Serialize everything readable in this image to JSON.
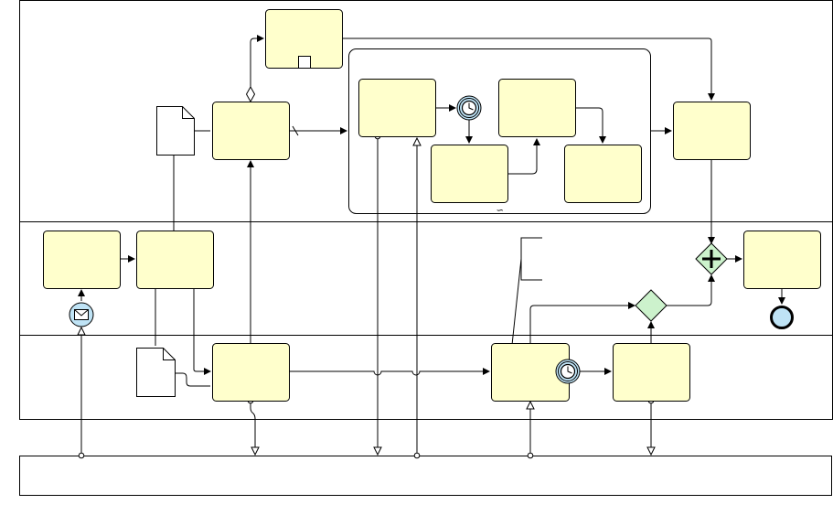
{
  "diagram": {
    "notation": "BPMN",
    "colors": {
      "task_fill": "#FFFFCC",
      "stroke": "#000000",
      "event_fill": "#BFE3F5",
      "gateway_fill": "#CCF2CC",
      "background": "#FFFFFF"
    },
    "pools": [
      {
        "id": "main-pool",
        "label": "",
        "lanes": [
          "lane-1",
          "lane-2",
          "lane-3"
        ]
      },
      {
        "id": "collapsed-pool",
        "label": ""
      }
    ],
    "lanes": [
      {
        "id": "lane-1",
        "label": ""
      },
      {
        "id": "lane-2",
        "label": ""
      },
      {
        "id": "lane-3",
        "label": ""
      }
    ],
    "tasks": [
      {
        "id": "t1",
        "label": "",
        "lane": "lane-1",
        "marker": "collapsed-subprocess"
      },
      {
        "id": "t2",
        "label": "",
        "lane": "lane-1"
      },
      {
        "id": "t3",
        "label": "",
        "lane": "lane-1",
        "in_subprocess": true
      },
      {
        "id": "t4",
        "label": "",
        "lane": "lane-1",
        "in_subprocess": true
      },
      {
        "id": "t5",
        "label": "",
        "lane": "lane-1",
        "in_subprocess": true
      },
      {
        "id": "t6",
        "label": "",
        "lane": "lane-1",
        "in_subprocess": true
      },
      {
        "id": "t7",
        "label": "",
        "lane": "lane-1"
      },
      {
        "id": "t8",
        "label": "",
        "lane": "lane-2"
      },
      {
        "id": "t9",
        "label": "",
        "lane": "lane-2"
      },
      {
        "id": "t10",
        "label": "",
        "lane": "lane-2"
      },
      {
        "id": "t11",
        "label": "",
        "lane": "lane-3"
      },
      {
        "id": "t12",
        "label": "",
        "lane": "lane-3"
      },
      {
        "id": "t13",
        "label": "",
        "lane": "lane-3"
      }
    ],
    "subprocesses": [
      {
        "id": "sp1",
        "label": "",
        "marker": "ad-hoc"
      }
    ],
    "events": [
      {
        "id": "ev-message-start",
        "type": "start",
        "trigger": "message",
        "label": ""
      },
      {
        "id": "ev-timer-sub",
        "type": "intermediate",
        "trigger": "timer",
        "label": ""
      },
      {
        "id": "ev-timer-boundary",
        "type": "boundary",
        "trigger": "timer",
        "label": ""
      },
      {
        "id": "ev-end",
        "type": "end",
        "trigger": "none",
        "label": ""
      }
    ],
    "gateways": [
      {
        "id": "gw-exclusive",
        "type": "exclusive",
        "label": ""
      },
      {
        "id": "gw-parallel",
        "type": "parallel",
        "label": ""
      }
    ],
    "data_objects": [
      {
        "id": "do1",
        "label": ""
      },
      {
        "id": "do2",
        "label": ""
      }
    ],
    "annotations": [
      {
        "id": "ann1",
        "text": ""
      }
    ],
    "sequence_flows": [
      [
        "ev-message-start",
        "t8"
      ],
      [
        "t8",
        "t9"
      ],
      [
        "t9",
        "t11"
      ],
      [
        "t11",
        "t2"
      ],
      [
        "t2",
        "t1"
      ],
      [
        "t2",
        "sp1"
      ],
      [
        "t3",
        "ev-timer-sub"
      ],
      [
        "ev-timer-sub",
        "t4"
      ],
      [
        "t4",
        "t5"
      ],
      [
        "t5",
        "t6"
      ],
      [
        "t1",
        "t7"
      ],
      [
        "sp1",
        "t7"
      ],
      [
        "t7",
        "gw-parallel"
      ],
      [
        "t11",
        "t12"
      ],
      [
        "t12",
        "gw-exclusive"
      ],
      [
        "ev-timer-boundary",
        "t13"
      ],
      [
        "t13",
        "gw-exclusive"
      ],
      [
        "gw-exclusive",
        "gw-parallel"
      ],
      [
        "gw-parallel",
        "t10"
      ],
      [
        "t10",
        "ev-end"
      ]
    ],
    "message_flows": [
      [
        "collapsed-pool",
        "ev-message-start"
      ],
      [
        "t11",
        "collapsed-pool"
      ],
      [
        "t3",
        "collapsed-pool"
      ],
      [
        "collapsed-pool",
        "sp1"
      ],
      [
        "collapsed-pool",
        "t12"
      ],
      [
        "t13",
        "collapsed-pool"
      ]
    ],
    "associations": [
      [
        "t9",
        "do2"
      ],
      [
        "do2",
        "t11"
      ],
      [
        "t9",
        "do1"
      ],
      [
        "do1",
        "t2"
      ],
      [
        "t12",
        "ann1"
      ]
    ]
  }
}
